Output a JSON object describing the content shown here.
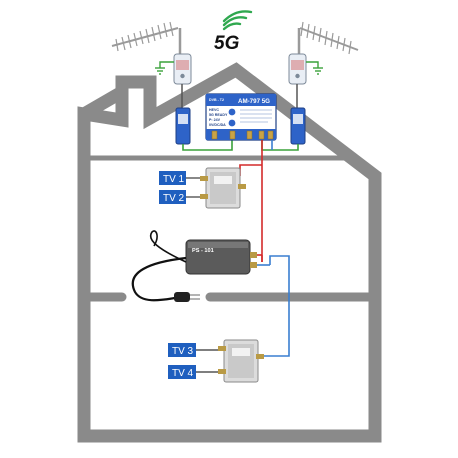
{
  "logo": {
    "text": "5G"
  },
  "amplifier": {
    "model": "AM-797 5G",
    "spec_lines": [
      "DVB - T2",
      "HEVC",
      "5G READY",
      "P: 24V",
      "0V/DC/DA"
    ]
  },
  "power_supply": {
    "model": "PS - 101"
  },
  "outlets": [
    {
      "label": "TV 1"
    },
    {
      "label": "TV 2"
    },
    {
      "label": "TV 3"
    },
    {
      "label": "TV 4"
    }
  ],
  "colors": {
    "house_outline": "#8a8a8a",
    "tv_label_bg": "#1f5fbf",
    "coax_red": "#d42a2a",
    "coax_blue": "#3a7fd0",
    "coax_green": "#3aa23a",
    "logo_text": "#111111",
    "signal_waves": "#2fa84f",
    "amp_body": "#2e63c8"
  },
  "icons": {
    "signal": "5g-signal-waves-icon",
    "antenna": "yagi-antenna-icon",
    "ground": "ground-icon",
    "plug": "power-plug-icon"
  }
}
